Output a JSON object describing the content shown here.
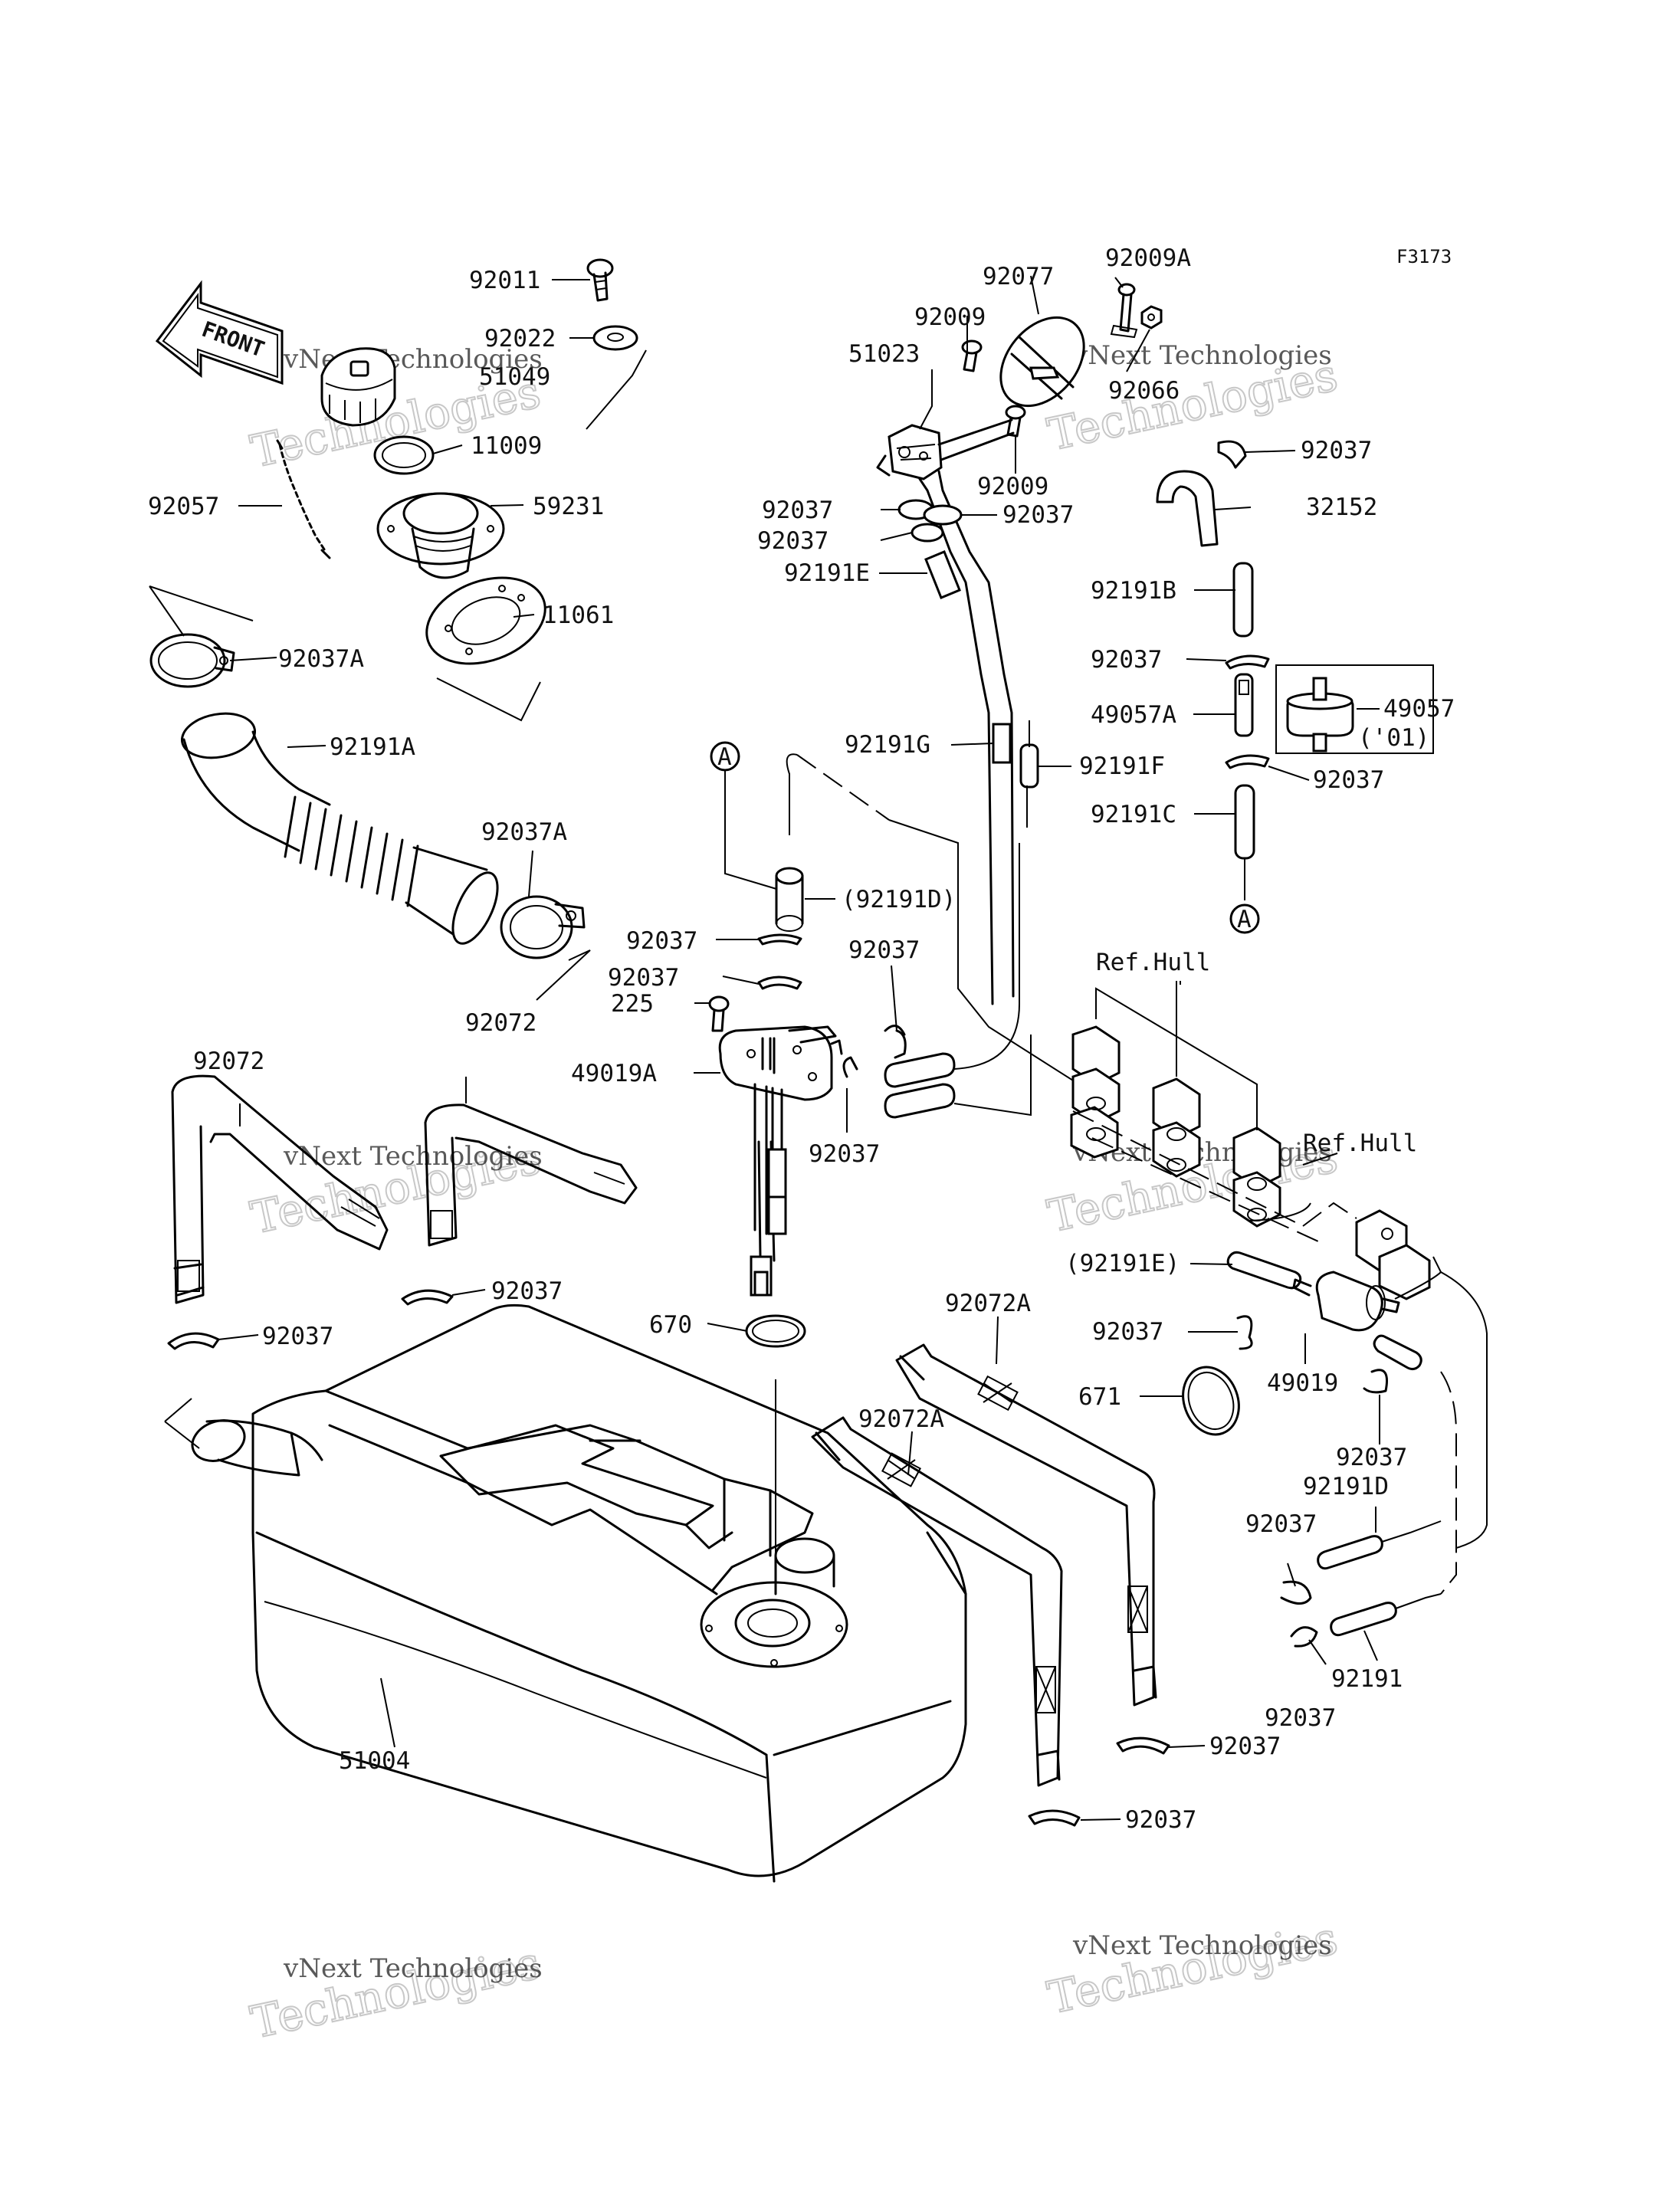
{
  "figure_code": "F3173",
  "front_label": "FRONT",
  "watermark": {
    "small": "vNext Technologies",
    "large": "Technologies"
  },
  "callouts": {
    "c92011": "92011",
    "c92022": "92022",
    "c51049": "51049",
    "c11009": "11009",
    "c92057": "92057",
    "c59231": "59231",
    "c11061": "11061",
    "c92037A_top": "92037A",
    "c92191A": "92191A",
    "c92037A_mid": "92037A",
    "c92072_left": "92072",
    "c92072_mid": "92072",
    "c92037_l1": "92037",
    "c92037_l2": "92037",
    "c51004": "51004",
    "c670": "670",
    "c92037_p1": "92037",
    "c92037_p2": "92037",
    "c225": "225",
    "c49019A": "49019A",
    "c92037_p3": "92037",
    "c92037_p4": "92037",
    "c92191D_paren": "(92191D)",
    "cA_left": "A",
    "c92191G": "92191G",
    "c92191F": "92191F",
    "c92191E_top": "92191E",
    "c92037_t1": "92037",
    "c92037_t2": "92037",
    "c92037_t3": "92037",
    "c51023": "51023",
    "c92009_1": "92009",
    "c92009_2": "92009",
    "c92077": "92077",
    "c92009A": "92009A",
    "c92066": "92066",
    "c92037_r1": "92037",
    "c32152": "32152",
    "c92191B": "92191B",
    "c92037_r2": "92037",
    "c49057A": "49057A",
    "c49057": "49057",
    "c01": "('01)",
    "c92037_r3": "92037",
    "c92191C": "92191C",
    "cA_right": "A",
    "refhull_1": "Ref.Hull",
    "refhull_2": "Ref.Hull",
    "c92191E_paren": "(92191E)",
    "c92037_r4": "92037",
    "c671": "671",
    "c49019": "49019",
    "c92037_r5": "92037",
    "c92191D": "92191D",
    "c92037_r6": "92037",
    "c92191": "92191",
    "c92037_r7": "92037",
    "c92072A_1": "92072A",
    "c92072A_2": "92072A",
    "c92037_b1": "92037",
    "c92037_b2": "92037"
  }
}
